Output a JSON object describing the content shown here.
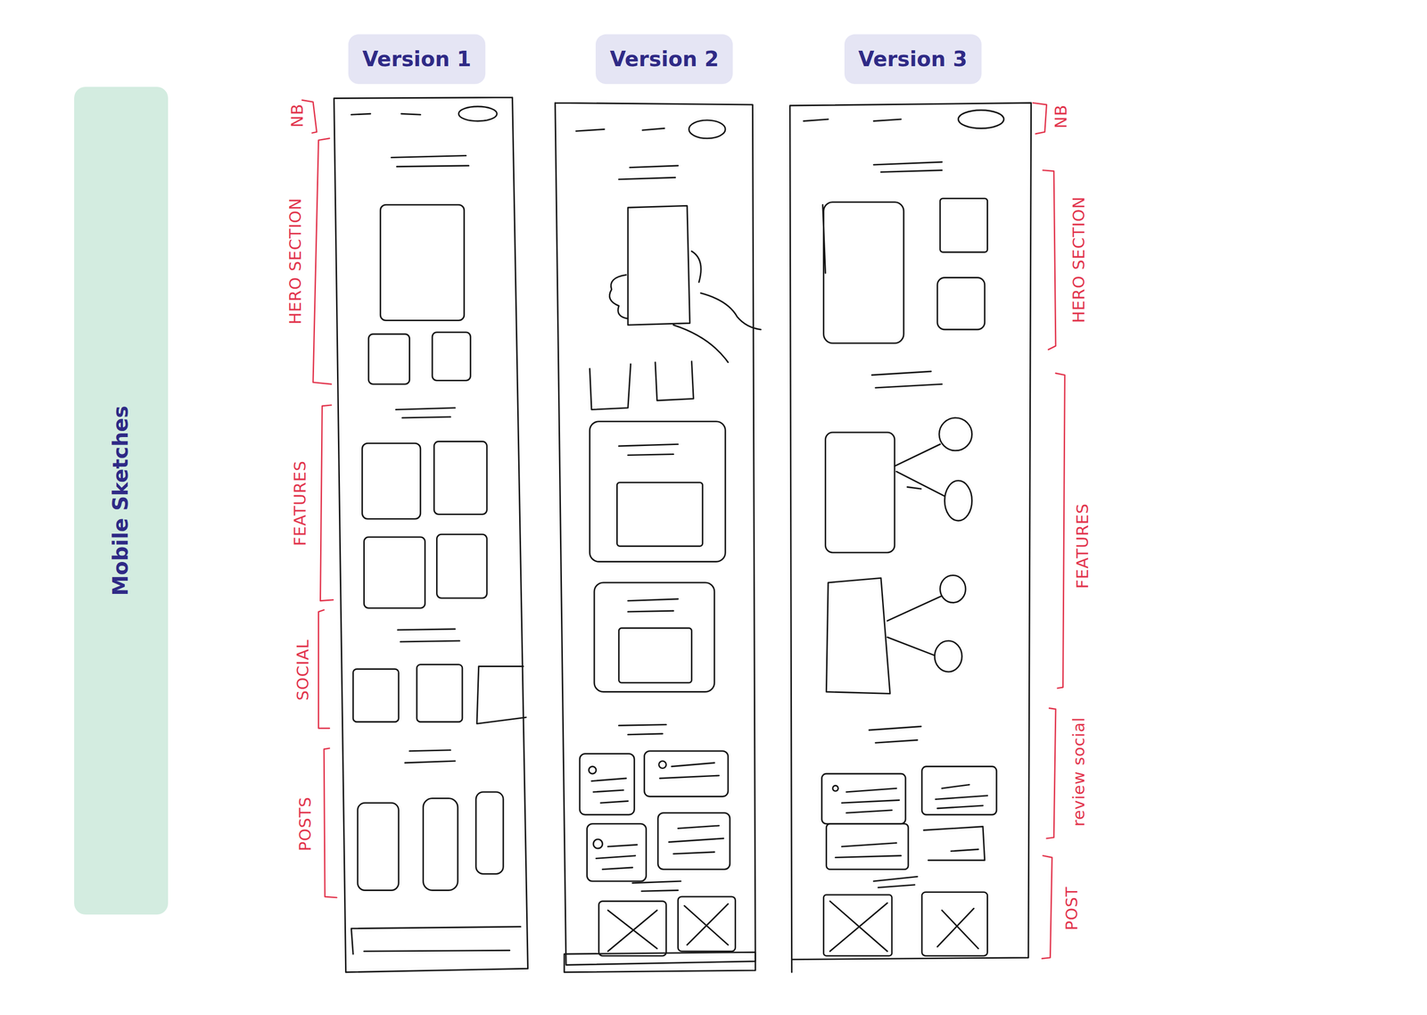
{
  "diagram": {
    "nodes": [
      {
        "text": [
          "Version 1"
        ]
      },
      {
        "text": [
          "Version 2"
        ]
      },
      {
        "text": [
          "Version 3"
        ]
      },
      {
        "text": [
          "Mobile Sketches"
        ]
      }
    ],
    "labels": [
      "NB",
      "HERO SECTION",
      "FEATURES",
      "SOCIAL",
      "POSTS",
      "NB",
      "HERO SECTION",
      "FEATURES",
      "review social",
      "POST"
    ]
  }
}
